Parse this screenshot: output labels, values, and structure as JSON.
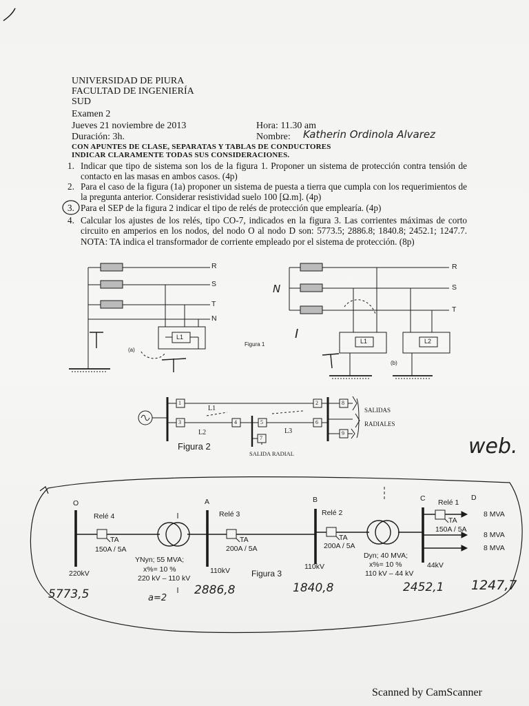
{
  "header": {
    "university": "UNIVERSIDAD DE PIURA",
    "faculty": "FACULTAD DE INGENIERÍA",
    "campus": "SUD",
    "exam": "Examen 2",
    "date": "Jueves 21 noviembre de 2013",
    "duration": "Duración: 3h.",
    "time": "Hora: 11.30 am",
    "name_label": "Nombre:",
    "name_handwritten": "Katherin Ordinola Alvarez",
    "note1": "CON APUNTES DE CLASE, SEPARATAS Y TABLAS DE CONDUCTORES",
    "note2": "INDICAR CLARAMENTE TODAS SUS CONSIDERACIONES."
  },
  "questions": [
    {
      "num": "1.",
      "text": "Indicar que tipo de sistema son los de la figura 1. Proponer un sistema de protección contra tensión de contacto en las masas en ambos casos. (4p)"
    },
    {
      "num": "2.",
      "text": "Para el caso de la figura (1a) proponer un sistema de puesta a tierra que cumpla con los requerimientos de la pregunta anterior. Considerar resistividad suelo 100 [Ω.m]. (4p)"
    },
    {
      "num": "3.",
      "text": "Para el SEP de la figura 2 indicar el tipo de relés de protección que emplearía. (4p)"
    },
    {
      "num": "4.",
      "text": "Calcular los ajustes de los relés, tipo CO-7, indicados en la figura 3. Las corrientes máximas de corto circuito en amperios en los nodos, del nodo O al nodo D son: 5773.5; 2886.8; 1840.8; 2452.1; 1247.7. NOTA: TA indica el transformador de corriente empleado por el sistema de protección. (8p)"
    }
  ],
  "figure1": {
    "phases": [
      "R",
      "S",
      "T",
      "N"
    ],
    "phases_b": [
      "R",
      "S",
      "T"
    ],
    "loads": [
      "L1",
      "L2"
    ],
    "caption": "Figura 1",
    "label_a": "(a)",
    "label_b": "(b)",
    "hand_N": "N",
    "hand_T": "T",
    "hand_I": "I"
  },
  "figure2": {
    "caption": "Figura 2",
    "lines": [
      "L1",
      "L2",
      "L3"
    ],
    "relays": [
      "1",
      "2",
      "3",
      "4",
      "5",
      "6",
      "7",
      "8",
      "9"
    ],
    "salidas": "SALIDAS",
    "radiales": "RADIALES",
    "salida_radial": "SALIDA RADIAL",
    "hand_web": "web."
  },
  "figure3": {
    "caption": "Figura 3",
    "nodes": [
      "O",
      "A",
      "B",
      "C",
      "D"
    ],
    "relays": [
      "Relé 4",
      "Relé 3",
      "Relé 2",
      "Relé 1"
    ],
    "ta": "TA",
    "ct_ratios": [
      "150A / 5A",
      "200A / 5A",
      "200A / 5A",
      "150A / 5A"
    ],
    "voltages": [
      "220kV",
      "110kV",
      "110kV",
      "44kV"
    ],
    "t1": [
      "YNyn; 55 MVA;",
      "x%= 10 %",
      "220 kV – 110 kV"
    ],
    "t2": [
      "Dyn; 40 MVA;",
      "x%= 10 %",
      "110 kV – 44 kV"
    ],
    "loads": [
      "8 MVA",
      "8 MVA",
      "8 MVA"
    ],
    "hand_values": [
      "5773,5",
      "2886,8",
      "1840,8",
      "2452,1",
      "1247,7"
    ],
    "hand_a": "a=2"
  },
  "footer": {
    "scanner": "Scanned by CamScanner"
  }
}
